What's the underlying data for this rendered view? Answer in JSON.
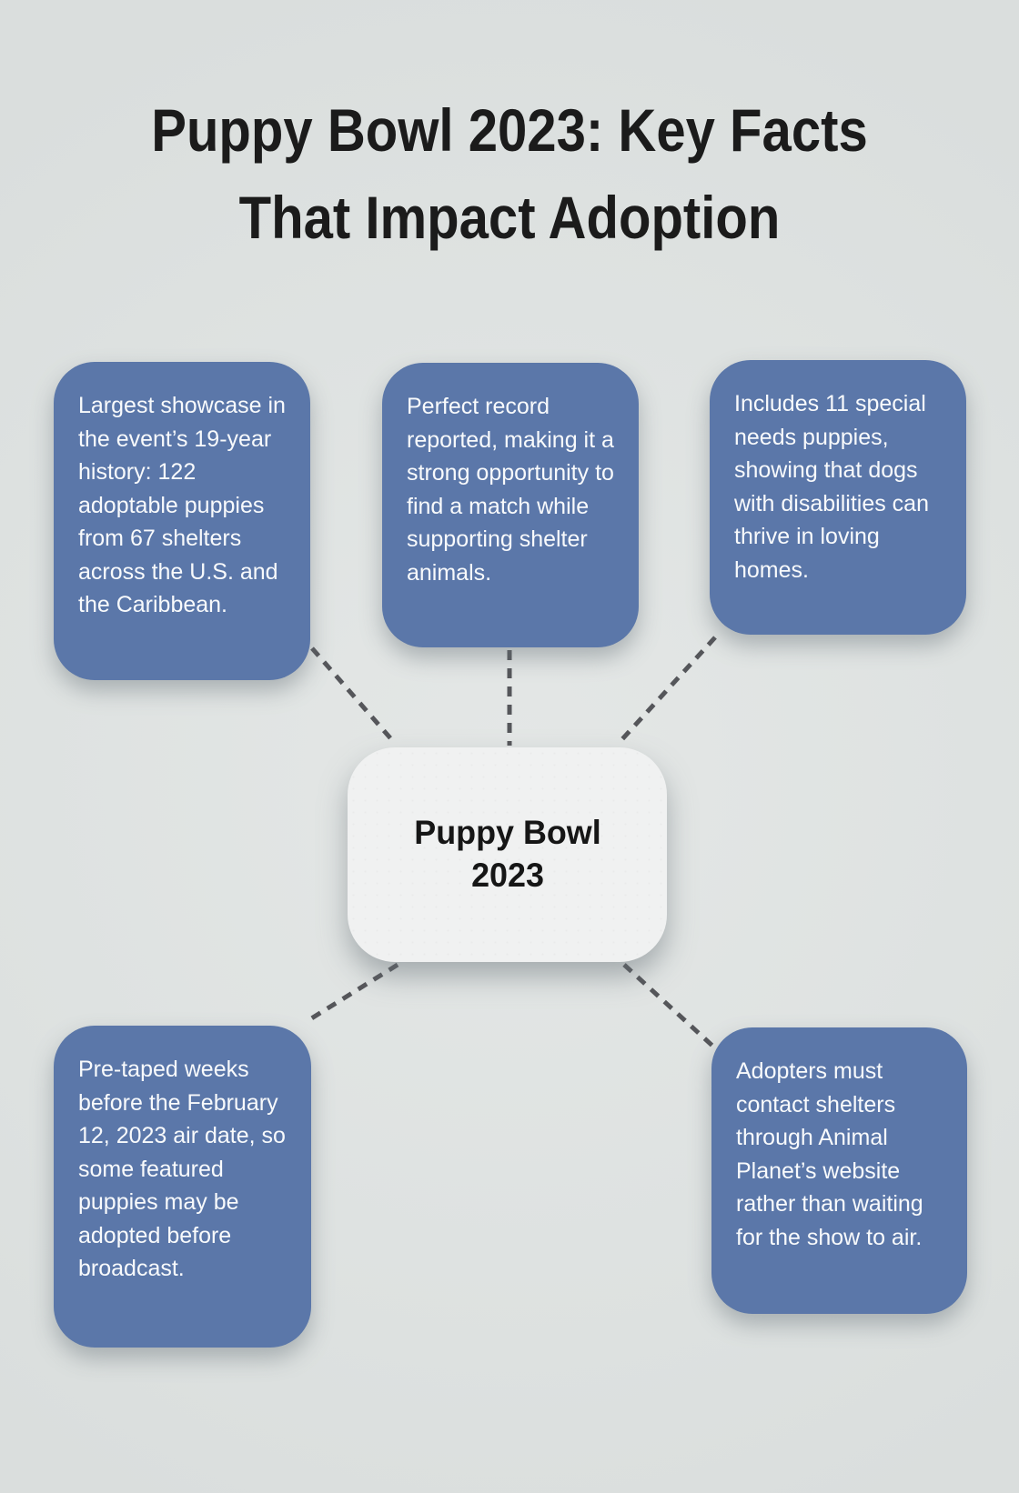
{
  "title": "Puppy Bowl 2023: Key Facts That Impact Adoption",
  "center_node": {
    "label": "Puppy Bowl 2023"
  },
  "facts": [
    {
      "position": "top-left",
      "text": "Largest showcase in the event’s 19-year history: 122 adoptable puppies from 67 shelters across the U.S. and the Caribbean."
    },
    {
      "position": "top-middle",
      "text": "Perfect record reported, making it a strong opportunity to find a match while supporting shelter animals."
    },
    {
      "position": "top-right",
      "text": "Includes 11 special needs puppies, showing that dogs with disabilities can thrive in loving homes."
    },
    {
      "position": "bottom-left",
      "text": "Pre-taped weeks before the February 12, 2023 air date, so some featured puppies may be adopted before broadcast."
    },
    {
      "position": "bottom-right",
      "text": "Adopters must contact shelters through Animal Planet’s website rather than waiting for the show to air."
    }
  ],
  "colors": {
    "background": "#dde1e0",
    "fact_card": "#5b77a9",
    "fact_text": "#f8fafc",
    "center_card": "#f0f1f1",
    "title_text": "#1b1b1b",
    "connector": "#55565a"
  }
}
